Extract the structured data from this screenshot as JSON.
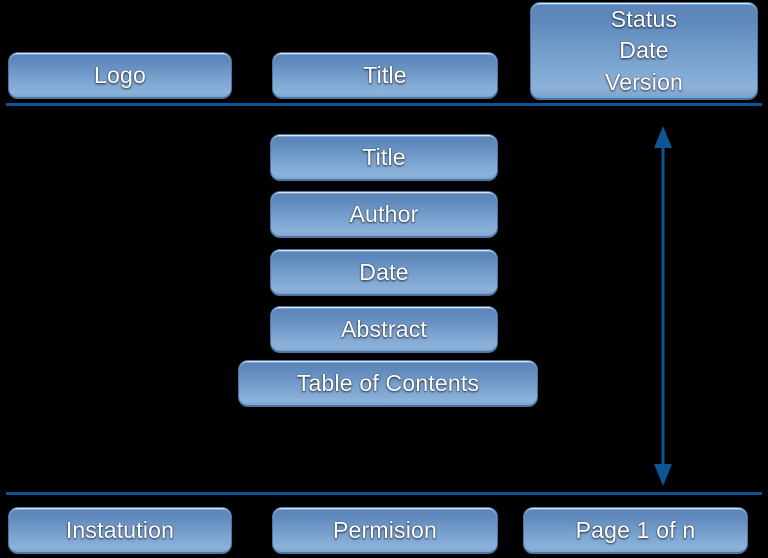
{
  "page": {
    "background_color": "#000000",
    "accent_color": "#0d5595",
    "box_fill_top": "#5c86ba",
    "box_fill_bottom": "#8cb2da",
    "text_color": "#ffffff"
  },
  "header": {
    "logo_label": "Logo",
    "title_label": "Title",
    "status_block_label": "Status\nDate\nVersion",
    "status_lines": [
      "Status",
      "Date",
      "Version"
    ]
  },
  "body": {
    "blocks": [
      {
        "label": "Title"
      },
      {
        "label": "Author"
      },
      {
        "label": "Date"
      },
      {
        "label": "Abstract"
      },
      {
        "label": "Table of Contents"
      }
    ]
  },
  "footer": {
    "institution_label": "Instatution",
    "permission_label": "Permision",
    "page_label": "Page 1 of n"
  },
  "annotations": {
    "vertical_extent_arrow": "double-headed-vertical-arrow"
  }
}
